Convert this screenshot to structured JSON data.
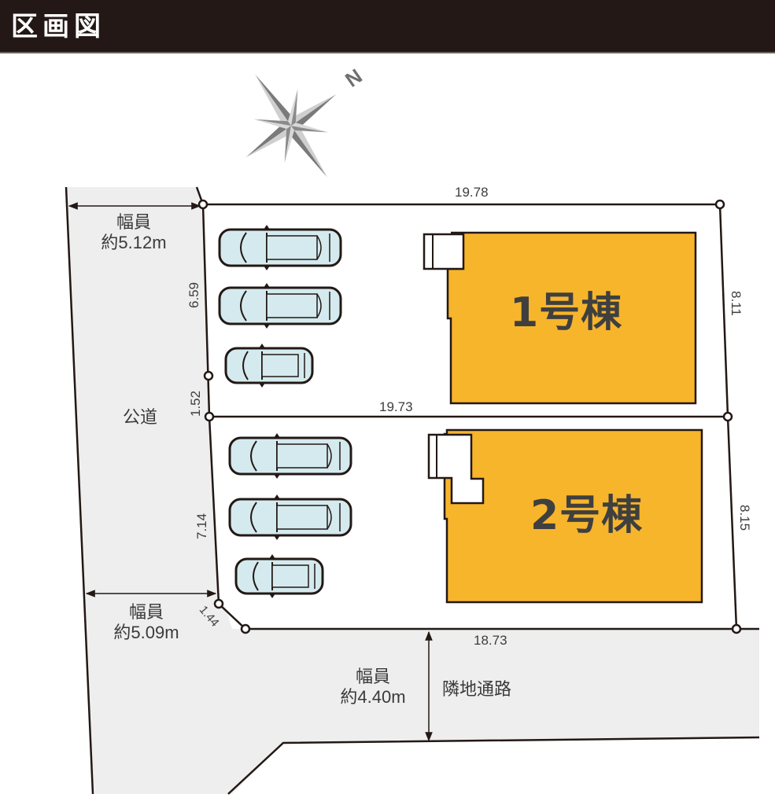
{
  "header": {
    "title": "区画図"
  },
  "compass": {
    "north_label": "N",
    "icon": "compass-rose-icon"
  },
  "colors": {
    "header_bg": "#231815",
    "building_fill": "#F7B52C",
    "road_fill": "#EEEEEE",
    "car_fill": "#D4EAEE",
    "line": "#231815",
    "text": "#3A3A3A"
  },
  "plot_dimensions": {
    "top_edge": "19.78",
    "middle_edge": "19.73",
    "bottom_edge": "18.73",
    "right_lot1": "8.11",
    "right_lot2": "8.15",
    "left_lot1": "6.59",
    "left_middle": "1.52",
    "left_lot2": "7.14",
    "corner_cut": "1.44"
  },
  "roads": {
    "public_road": {
      "name": "公道",
      "width_top_label": "幅員",
      "width_top_value": "約5.12m",
      "width_bottom_label": "幅員",
      "width_bottom_value": "約5.09m"
    },
    "adjacent_road": {
      "name": "隣地通路",
      "width_label": "幅員",
      "width_value": "約4.40m"
    }
  },
  "buildings": [
    {
      "label": "1号棟",
      "parking_spaces": 3
    },
    {
      "label": "2号棟",
      "parking_spaces": 3
    }
  ]
}
